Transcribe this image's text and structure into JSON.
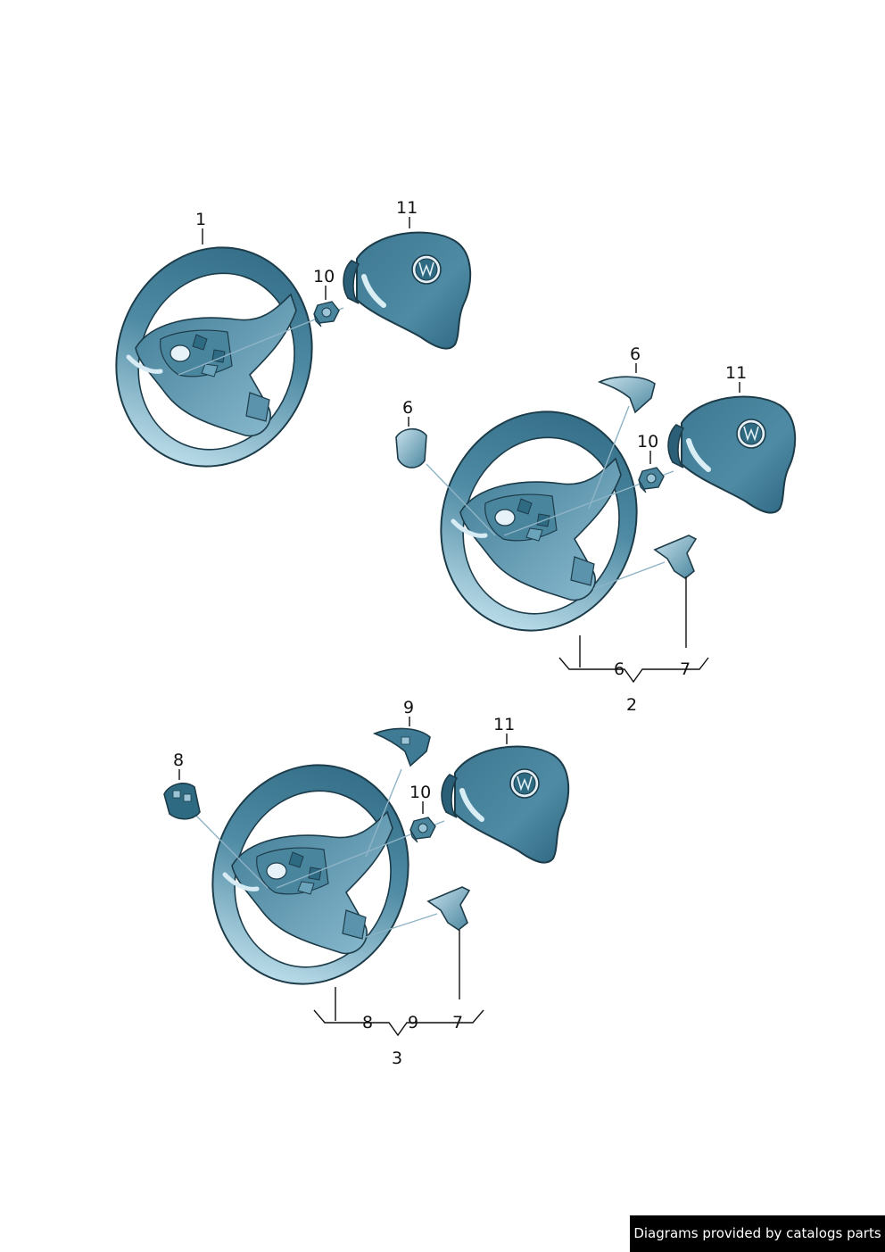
{
  "diagram": {
    "callouts": {
      "a1": "1",
      "a10": "10",
      "a11": "11",
      "b6_left": "6",
      "b6_top": "6",
      "b10": "10",
      "b11": "11",
      "b_brace_6": "6",
      "b_brace_7": "7",
      "b_group": "2",
      "c8": "8",
      "c9": "9",
      "c10": "10",
      "c11": "11",
      "c_brace_8": "8",
      "c_brace_9": "9",
      "c_brace_7": "7",
      "c_group": "3"
    },
    "colors": {
      "rim": "#3f7f9a",
      "rim_light": "#9cc6d8",
      "outline": "#1d3c4a",
      "hub": "#5d98b0",
      "airbag": "#4f8ba4",
      "airbag_light": "#a7cfdf",
      "badge": "#2f6a83"
    }
  },
  "footer": {
    "text": "Diagrams provided by catalogs parts"
  }
}
